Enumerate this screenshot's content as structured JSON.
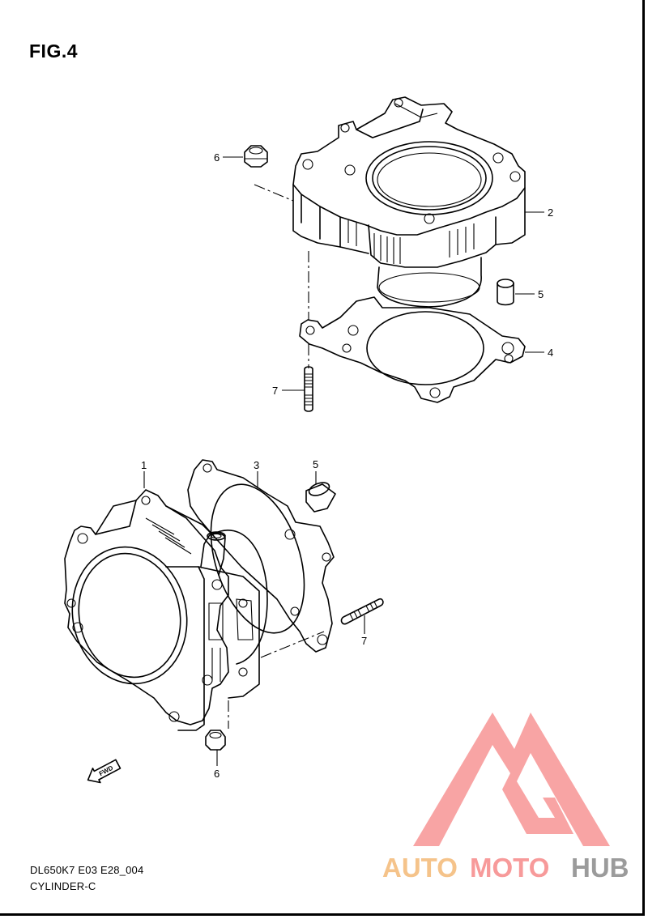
{
  "figure": {
    "title": "FIG.4"
  },
  "callouts": [
    {
      "id": "upper-6",
      "label": "6"
    },
    {
      "id": "upper-2",
      "label": "2"
    },
    {
      "id": "upper-5",
      "label": "5"
    },
    {
      "id": "upper-4",
      "label": "4"
    },
    {
      "id": "upper-7",
      "label": "7"
    },
    {
      "id": "lower-1",
      "label": "1"
    },
    {
      "id": "lower-3",
      "label": "3"
    },
    {
      "id": "lower-5",
      "label": "5"
    },
    {
      "id": "lower-7",
      "label": "7"
    },
    {
      "id": "lower-6",
      "label": "6"
    }
  ],
  "direction_marker": {
    "label": "FWD",
    "icon": "fwd-arrow-icon"
  },
  "footer": {
    "code": "DL650K7 E03 E28_004",
    "name": "CYLINDER-C"
  },
  "watermark": {
    "word_part_1": "AUTO",
    "word_part_2": "MOTO",
    "word_part_3": "HUB",
    "colors": {
      "triangle": "#f79a9a",
      "auto": "#f5c38a",
      "moto": "#f79a9a",
      "hub": "#9b9b9b"
    }
  }
}
